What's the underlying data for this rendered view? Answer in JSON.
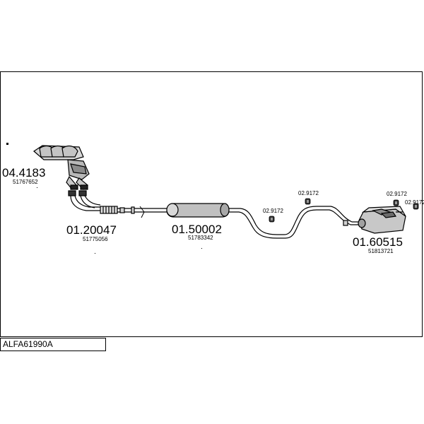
{
  "title": "ALFA61990A",
  "parts": [
    {
      "part_no": "04.4183",
      "oe_no": "51767652"
    },
    {
      "part_no": "01.20047",
      "oe_no": "51775056"
    },
    {
      "part_no": "01.50002",
      "oe_no": "51783342"
    },
    {
      "part_no": "01.60515",
      "oe_no": "51813721"
    }
  ],
  "clamps": [
    "02.9172",
    "02.9172",
    "02.9172",
    "02.9172"
  ]
}
